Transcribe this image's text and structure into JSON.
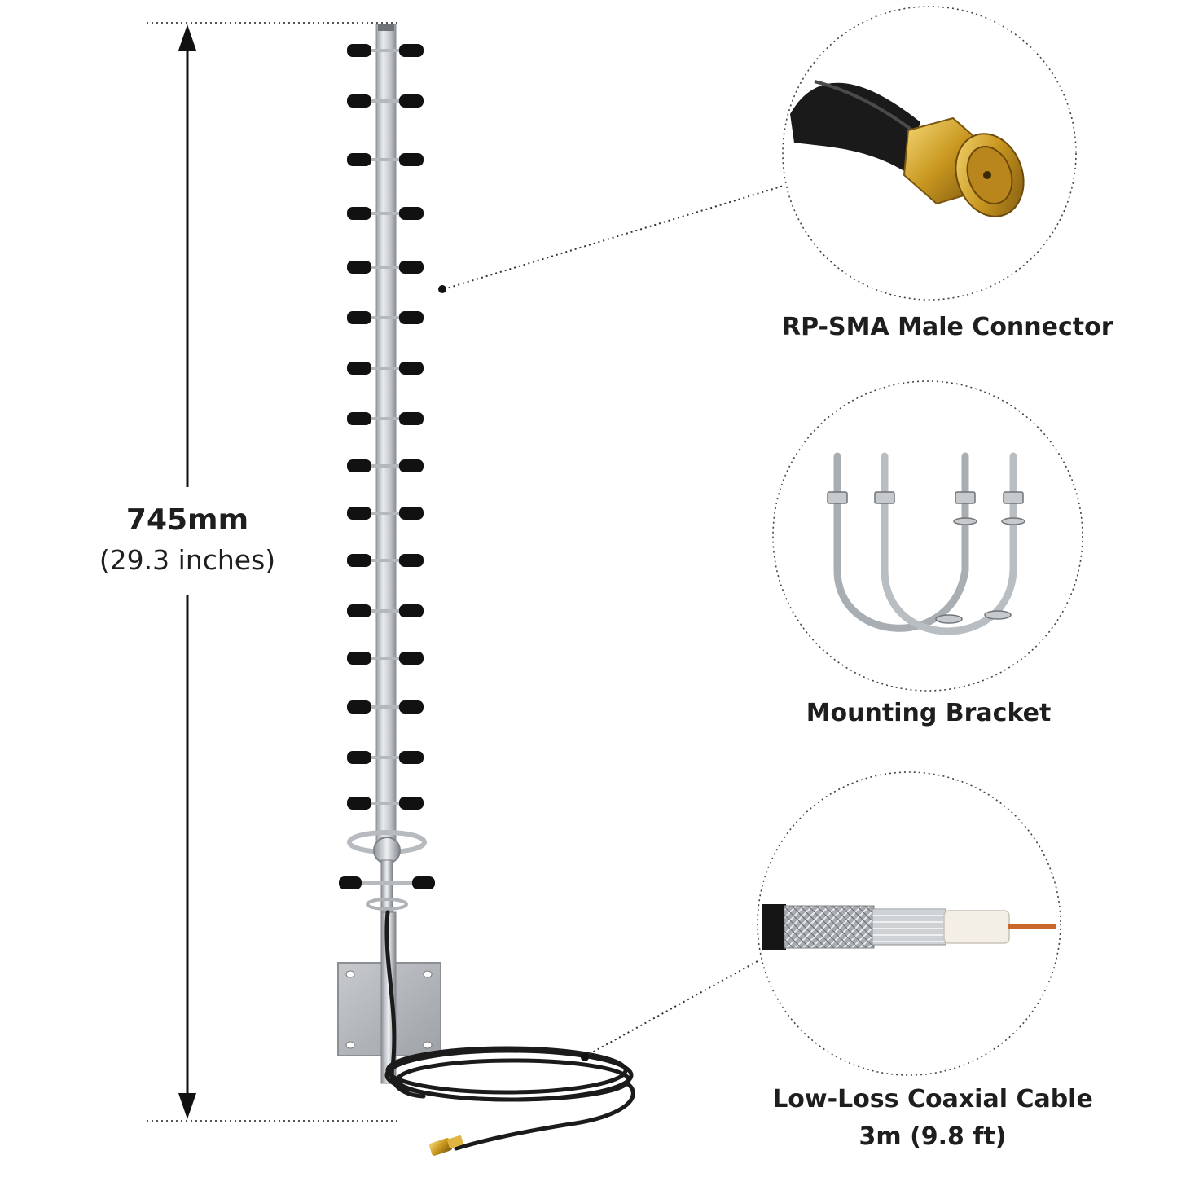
{
  "dimension": {
    "height_mm": "745mm",
    "height_in": "(29.3 inches)"
  },
  "callouts": {
    "connector": {
      "label": "RP-SMA Male Connector"
    },
    "bracket": {
      "label": "Mounting Bracket"
    },
    "cable": {
      "label": "Low-Loss Coaxial Cable",
      "length": "3m (9.8 ft)"
    }
  },
  "colors": {
    "boom": "#c9ccd0",
    "element_cap": "#111111",
    "connector_gold": "#c8961e",
    "cable": "#1b1b1b",
    "copper": "#c9672a"
  }
}
